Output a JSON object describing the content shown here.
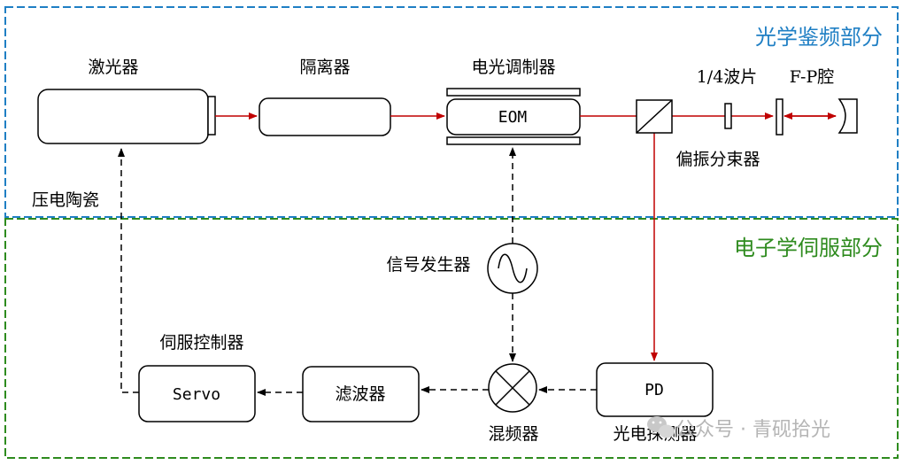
{
  "colors": {
    "optical_border": "#1f7fc4",
    "electronic_border": "#2e8b1e",
    "optical_title": "#1f7fc4",
    "electronic_title": "#2e8b1e",
    "laser_beam": "#c00000",
    "signal_line": "#000000",
    "watermark": "#b5b5b5"
  },
  "sections": {
    "optical_title": "光学鉴频部分",
    "electronic_title": "电子学伺服部分"
  },
  "components": {
    "laser": "激光器",
    "isolator": "隔离器",
    "eom_title": "电光调制器",
    "eom_box": "EOM",
    "waveplate": "1/4波片",
    "fp_cavity": "F-P腔",
    "pbs": "偏振分束器",
    "piezo": "压电陶瓷",
    "signal_generator": "信号发生器",
    "servo_controller": "伺服控制器",
    "servo_box": "Servo",
    "filter": "滤波器",
    "mixer": "混频器",
    "pd_box": "PD",
    "photodetector": "光电探测器"
  },
  "watermark": {
    "dot": "·",
    "text": "公众号 · 青砚拾光",
    "icon": "wechat-icon"
  }
}
